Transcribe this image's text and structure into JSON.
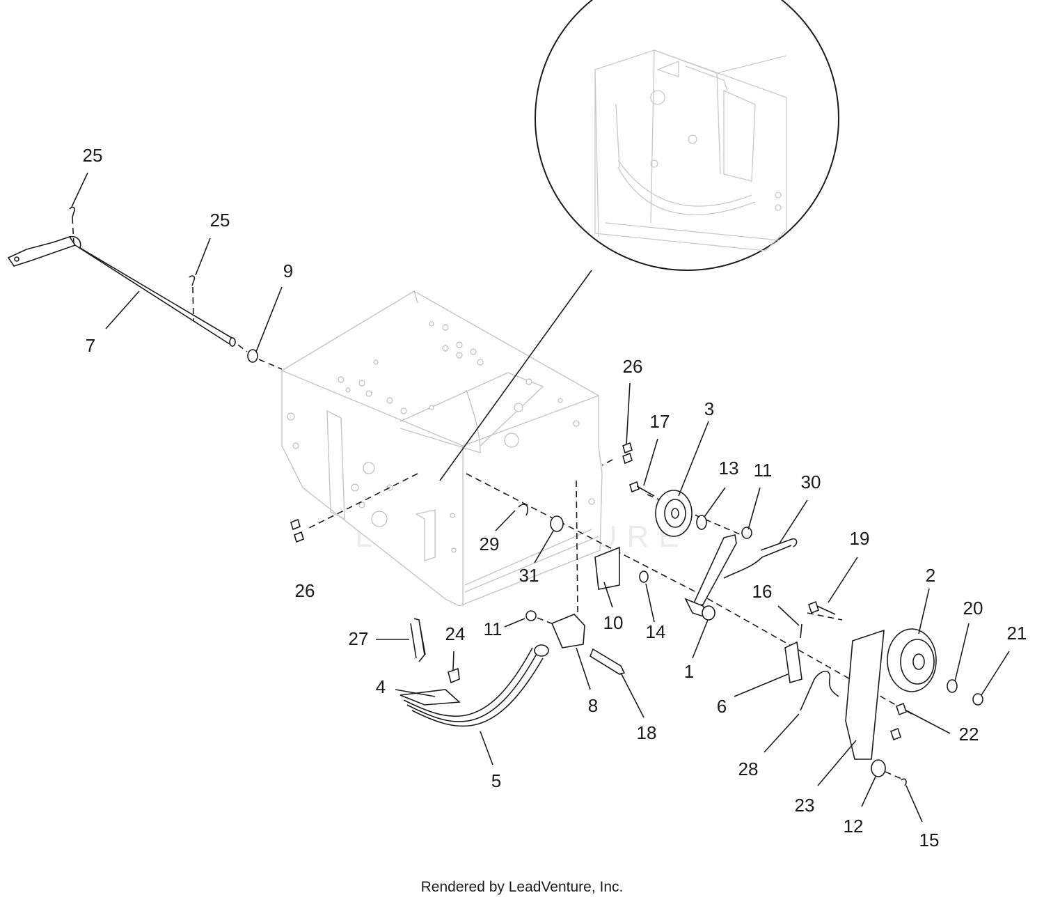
{
  "watermark": "LEADVENTURE",
  "footer": "Rendered by LeadVenture, Inc.",
  "callouts": [
    {
      "id": "c25a",
      "label": "25"
    },
    {
      "id": "c25b",
      "label": "25"
    },
    {
      "id": "c7",
      "label": "7"
    },
    {
      "id": "c9",
      "label": "9"
    },
    {
      "id": "c26a",
      "label": "26"
    },
    {
      "id": "c26b",
      "label": "26"
    },
    {
      "id": "c17",
      "label": "17"
    },
    {
      "id": "c3",
      "label": "3"
    },
    {
      "id": "c13",
      "label": "13"
    },
    {
      "id": "c11a",
      "label": "11"
    },
    {
      "id": "c30",
      "label": "30"
    },
    {
      "id": "c19",
      "label": "19"
    },
    {
      "id": "c2",
      "label": "2"
    },
    {
      "id": "c20",
      "label": "20"
    },
    {
      "id": "c21",
      "label": "21"
    },
    {
      "id": "c29",
      "label": "29"
    },
    {
      "id": "c31",
      "label": "31"
    },
    {
      "id": "c10",
      "label": "10"
    },
    {
      "id": "c14",
      "label": "14"
    },
    {
      "id": "c16",
      "label": "16"
    },
    {
      "id": "c1",
      "label": "1"
    },
    {
      "id": "c27",
      "label": "27"
    },
    {
      "id": "c24",
      "label": "24"
    },
    {
      "id": "c11b",
      "label": "11"
    },
    {
      "id": "c4",
      "label": "4"
    },
    {
      "id": "c8",
      "label": "8"
    },
    {
      "id": "c18",
      "label": "18"
    },
    {
      "id": "c6",
      "label": "6"
    },
    {
      "id": "c22",
      "label": "22"
    },
    {
      "id": "c28",
      "label": "28"
    },
    {
      "id": "c5",
      "label": "5"
    },
    {
      "id": "c23",
      "label": "23"
    },
    {
      "id": "c12",
      "label": "12"
    },
    {
      "id": "c15",
      "label": "15"
    }
  ]
}
